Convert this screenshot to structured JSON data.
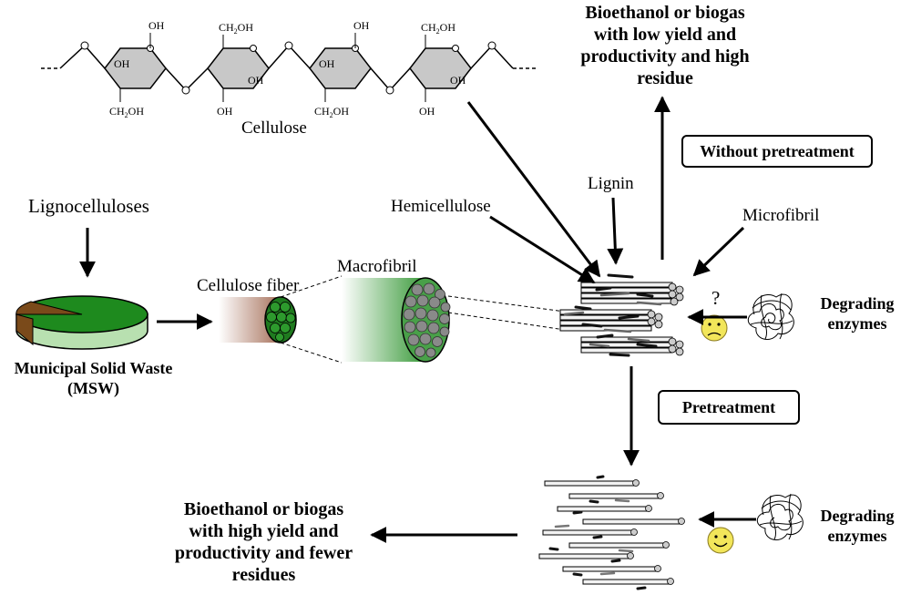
{
  "molecule": {
    "name": "Cellulose",
    "groups": [
      "OH",
      "CH2OH",
      "OH",
      "CH2OH",
      "OH",
      "OH",
      "CH2OH",
      "OH",
      "CH2OH",
      "OH"
    ]
  },
  "labels": {
    "lignocelluloses": "Lignocelluloses",
    "msw": "Municipal Solid Waste",
    "msw_abbr": "(MSW)",
    "cellulose_fiber": "Cellulose fiber",
    "macrofibril": "Macrofibril",
    "hemicellulose": "Hemicellulose",
    "lignin": "Lignin",
    "microfibril": "Microfibril",
    "question": "?",
    "degrading_enzymes_top": [
      "Degrading",
      "enzymes"
    ],
    "degrading_enzymes_bottom": [
      "Degrading",
      "enzymes"
    ]
  },
  "boxes": {
    "without_pretreatment": "Without pretreatment",
    "pretreatment": "Pretreatment"
  },
  "outcomes": {
    "low": [
      "Bioethanol or biogas",
      "with low yield and",
      "productivity and high",
      "residue"
    ],
    "high": [
      "Bioethanol or biogas",
      "with high yield and",
      "productivity and fewer",
      "residues"
    ]
  },
  "colors": {
    "ring_fill": "#c8c8c8",
    "pie_green": "#1e8a1e",
    "pie_light": "#b8e0b0",
    "pie_brown": "#7a4a1a",
    "fiber_dark": "#1f7a1f",
    "macro_green": "#49a049",
    "fibril_gray": "#8a8a8a",
    "face_yellow": "#f2e65a"
  }
}
